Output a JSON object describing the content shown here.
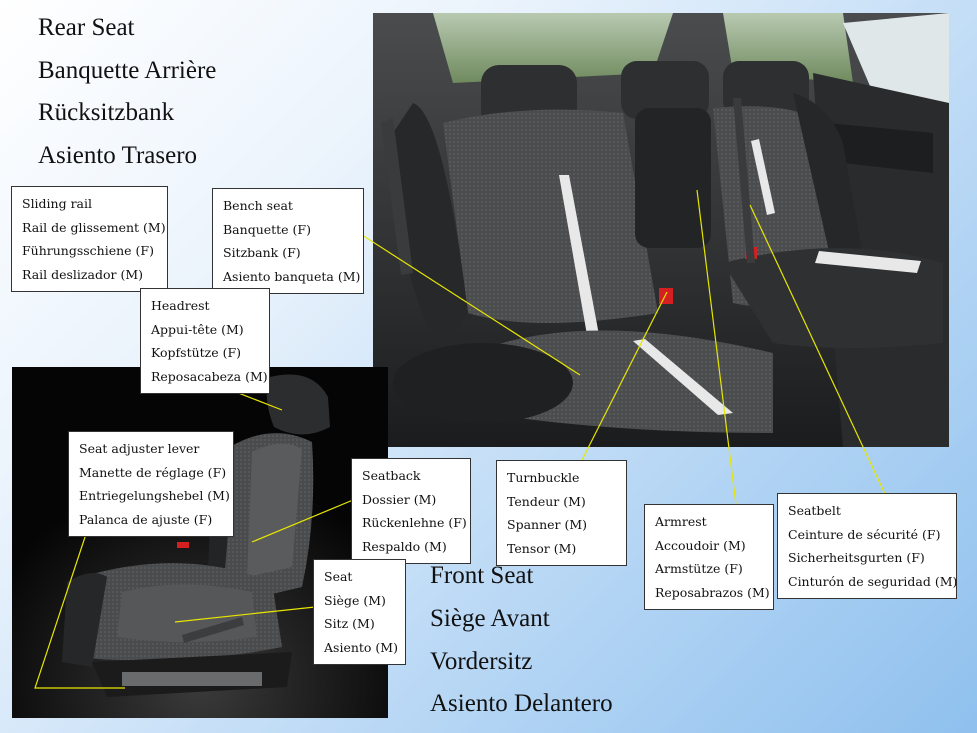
{
  "rear_titles": [
    "Rear Seat",
    "Banquette Arrière",
    "Rücksitzbank",
    "Asiento Trasero"
  ],
  "front_titles": [
    "Front Seat",
    "Siège Avant",
    "Vordersitz",
    "Asiento Delantero"
  ],
  "labels": {
    "sliding_rail": [
      "Sliding rail",
      "Rail de glissement (M)",
      "Führungsschiene (F)",
      "Rail deslizador (M)"
    ],
    "bench_seat": [
      "Bench seat",
      "Banquette (F)",
      "Sitzbank (F)",
      "Asiento banqueta (M)"
    ],
    "headrest": [
      "Headrest",
      "Appui-tête (M)",
      "Kopfstütze (F)",
      "Reposacabeza (M)"
    ],
    "seat_adjuster_lever": [
      "Seat adjuster lever",
      "Manette de réglage (F)",
      "Entriegelungshebel (M)",
      "Palanca de ajuste (F)"
    ],
    "seatback": [
      "Seatback",
      "Dossier (M)",
      "Rückenlehne (F)",
      "Respaldo (M)"
    ],
    "turnbuckle": [
      "Turnbuckle",
      "Tendeur (M)",
      "Spanner (M)",
      "Tensor (M)"
    ],
    "armrest": [
      "Armrest",
      "Accoudoir (M)",
      "Armstütze (F)",
      "Reposabrazos (M)"
    ],
    "seatbelt": [
      "Seatbelt",
      "Ceinture de sécurité (F)",
      "Sicherheitsgurten (F)",
      "Cinturón de seguridad (M)"
    ],
    "seat": [
      "Seat",
      "Siège (M)",
      "Sitz (M)",
      "Asiento (M)"
    ]
  },
  "colors": {
    "leader": "#e6e600",
    "accent_red": "#d42020"
  }
}
